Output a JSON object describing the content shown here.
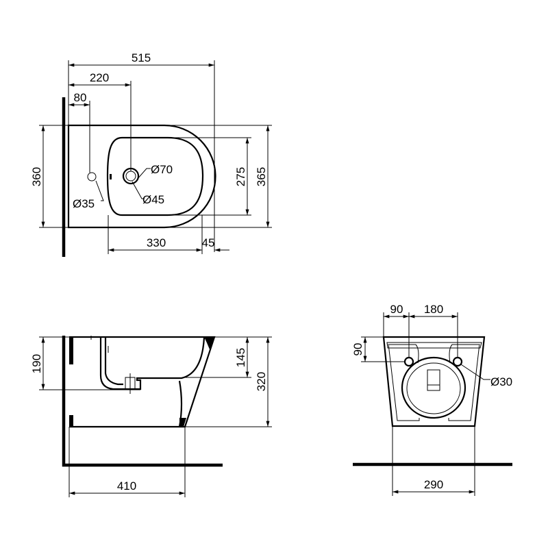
{
  "top_view": {
    "dims": {
      "length": "515",
      "drain_offset": "220",
      "tap_offset": "80",
      "width": "360",
      "inner_width": "275",
      "outer_width": "365",
      "basin_length": "330",
      "rim": "45"
    },
    "diameters": {
      "drain_outer": "Ø70",
      "drain_inner": "Ø45",
      "tap_hole": "Ø35"
    }
  },
  "side_view": {
    "dims": {
      "drain_height": "190",
      "basin_depth": "145",
      "height": "320",
      "depth": "410"
    }
  },
  "rear_view": {
    "dims": {
      "hole_offset": "90",
      "hole_spacing": "180",
      "hole_height": "90",
      "width": "290"
    },
    "diameters": {
      "mount_hole": "Ø30"
    }
  },
  "colors": {
    "line": "#000000",
    "background": "#ffffff"
  }
}
